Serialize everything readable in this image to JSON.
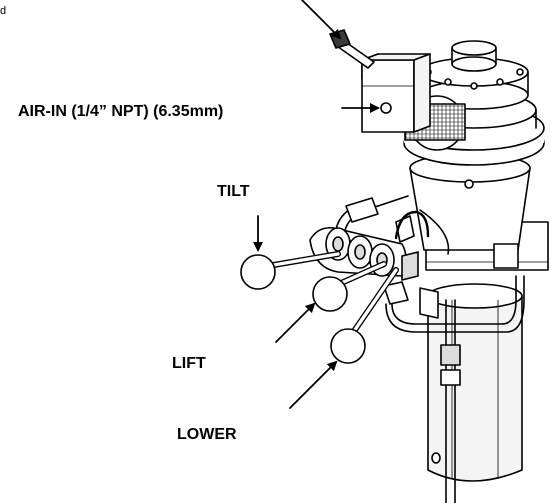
{
  "labels": {
    "corner": "d",
    "air_in": "AIR-IN (1/4” NPT) (6.35mm)",
    "tilt": "TILT",
    "lift": "LIFT",
    "lower": "LOWER"
  },
  "colors": {
    "line": "#000000",
    "background": "#ffffff",
    "fill_light": "#f4f4f4",
    "fill_mid": "#dcdcdc",
    "fill_dark": "#3a3a3a"
  }
}
